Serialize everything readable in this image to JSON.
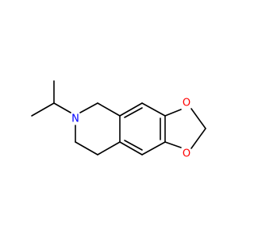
{
  "molecule": {
    "atoms": {
      "nitrogen": {
        "label": "N",
        "color": "#0000ff"
      },
      "oxygen_top": {
        "label": "O",
        "color": "#ff0000"
      },
      "oxygen_bottom": {
        "label": "O",
        "color": "#ff0000"
      }
    },
    "bond_color": "#000000",
    "background": "#ffffff"
  }
}
